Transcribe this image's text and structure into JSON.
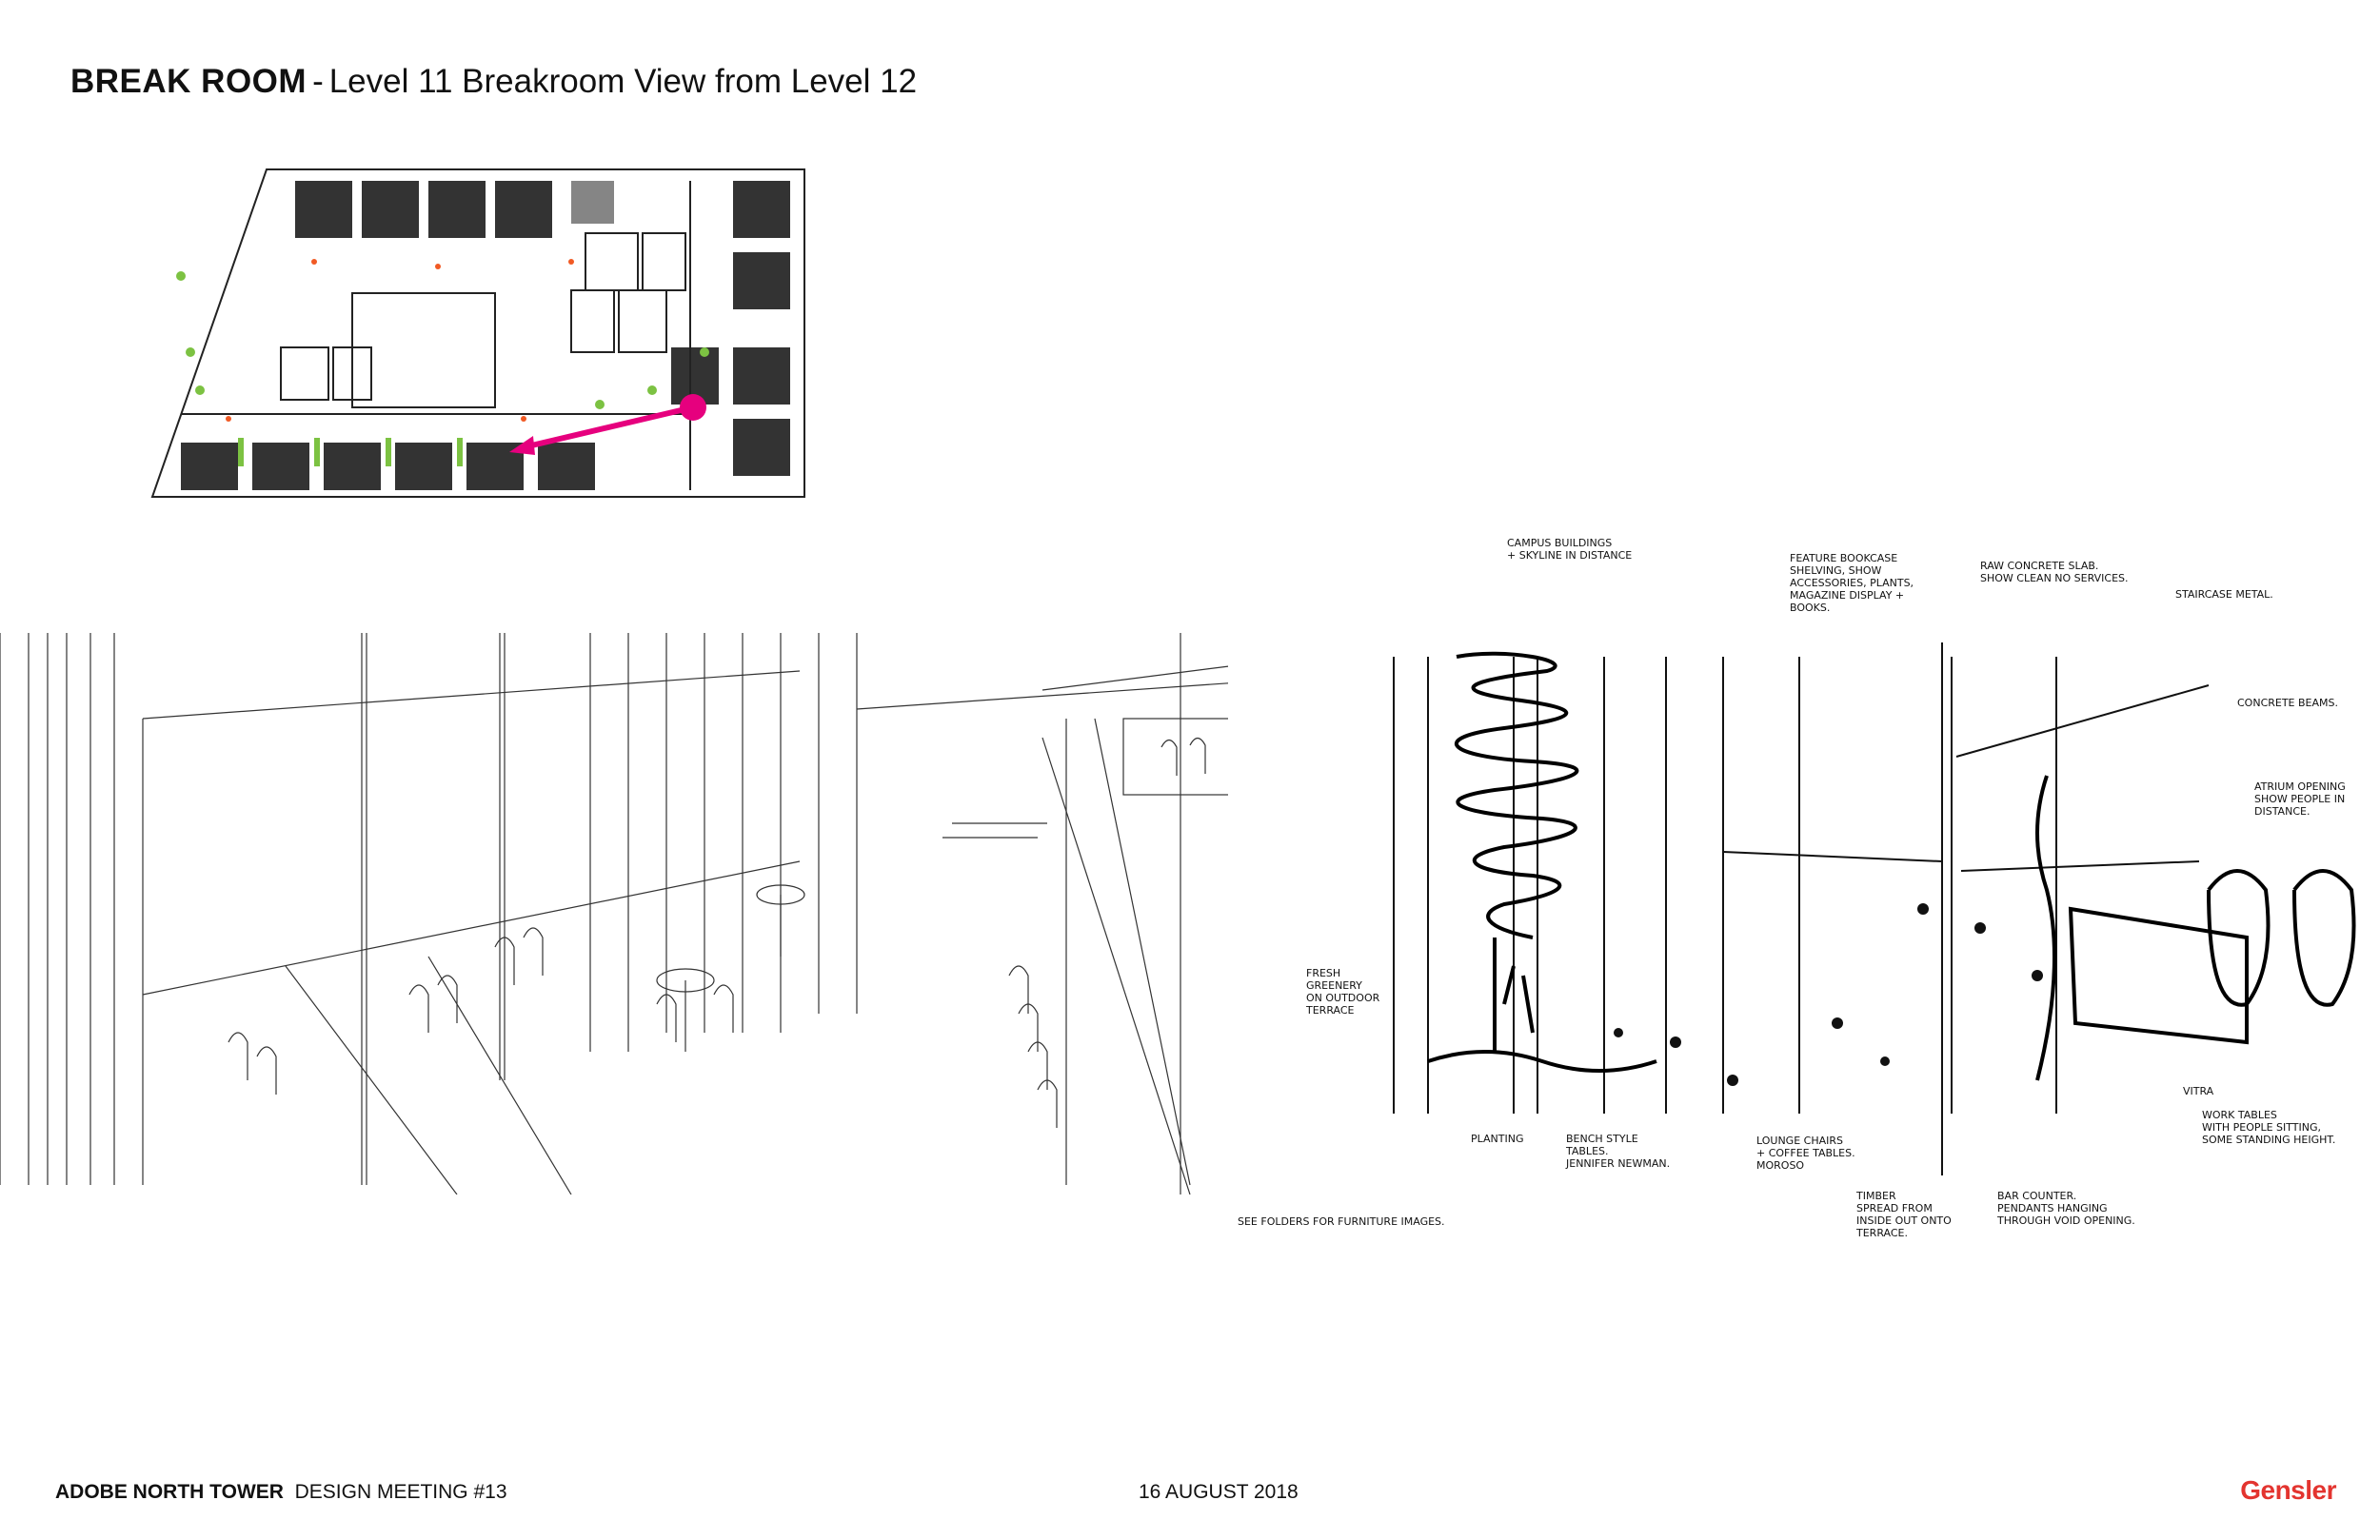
{
  "header": {
    "title_bold": "BREAK ROOM",
    "title_sep": "-",
    "title_rest": "Level 11 Breakroom View from Level 12"
  },
  "footer": {
    "project": "ADOBE NORTH TOWER",
    "meeting": "DESIGN MEETING #13",
    "date": "16 AUGUST 2018",
    "logo": "Gensler"
  },
  "colors": {
    "arrow": "#e6007e",
    "plants": "#7cc242",
    "accent_dots": "#f15a24",
    "logo": "#e3342f"
  }
}
